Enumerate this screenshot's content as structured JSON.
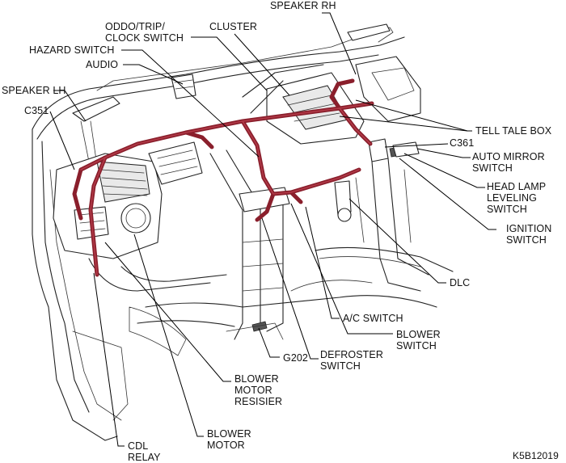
{
  "colors": {
    "harness": "#8a1f2c",
    "harness_highlight": "#b23a48",
    "line": "#222222",
    "background": "#ffffff"
  },
  "labels": {
    "speaker_rh": "SPEAKER RH",
    "oddo_trip_clock_switch": "ODDO/TRIP/\nCLOCK SWITCH",
    "cluster": "CLUSTER",
    "hazard_switch": "HAZARD SWITCH",
    "audio": "AUDIO",
    "speaker_lh": "SPEAKER LH",
    "c351": "C351",
    "tell_tale_box": "TELL TALE BOX",
    "c361": "C361",
    "auto_mirror_switch": "AUTO MIRROR\nSWITCH",
    "head_lamp_leveling_switch": "HEAD LAMP\nLEVELING\nSWITCH",
    "ignition_switch": "IGNITION\nSWITCH",
    "dlc": "DLC",
    "ac_switch": "A/C SWITCH",
    "blower_switch": "BLOWER\nSWITCH",
    "g202": "G202",
    "defroster_switch": "DEFROSTER\nSWITCH",
    "blower_motor_resisier": "BLOWER\nMOTOR\nRESISIER",
    "blower_motor": "BLOWER\nMOTOR",
    "cdl_relay": "CDL\nRELAY"
  },
  "figure_code": "K5B12019"
}
